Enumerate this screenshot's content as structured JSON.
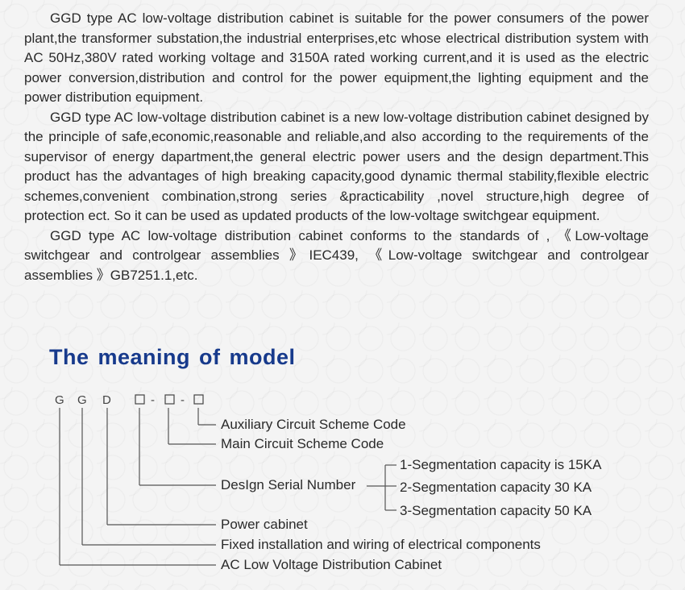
{
  "intro": {
    "paragraphs": [
      "GGD type AC low-voltage distribution cabinet is suitable for the power consumers of the power plant,the transformer substation,the industrial enterprises,etc whose electrical distribution system with AC 50Hz,380V rated working voltage and 3150A rated working current,and it is used as the electric power conversion,distribution and control for the power equipment,the lighting equipment and the power distribution equipment.",
      "GGD type AC low-voltage distribution cabinet is a new low-voltage distribution cabinet designed by the principle of safe,economic,reasonable and reliable,and also according to the requirements of the supervisor of energy dapartment,the general electric power users and the design department.This product has the advantages of high breaking capacity,good dynamic thermal stability,flexible electric schemes,convenient combination,strong series &practicability ,novel structure,high degree of protection ect. So it can be used as updated products of the low-voltage switchgear equipment.",
      "GGD type AC low-voltage distribution cabinet conforms to the standards of , 《Low-voltage switchgear and controlgear assemblies 》IEC439, 《Low-voltage switchgear and controlgear assemblies 》GB7251.1,etc."
    ]
  },
  "model": {
    "heading": "The meaning of model",
    "letters": [
      "G",
      "G",
      "D"
    ],
    "dash": "-",
    "labels": {
      "auxiliary": "Auxiliary Circuit Scheme Code",
      "main_circuit": "Main Circuit Scheme Code",
      "design_serial": "DesIgn Serial Number",
      "power_cabinet": "Power cabinet",
      "fixed_installation": "Fixed installation and wiring of electrical components",
      "ac_low_voltage": "AC Low Voltage Distribution Cabinet"
    },
    "segmentation": [
      "1-Segmentation capacity is 15KA",
      "2-Segmentation capacity 30 KA",
      "3-Segmentation capacity 50 KA"
    ]
  }
}
